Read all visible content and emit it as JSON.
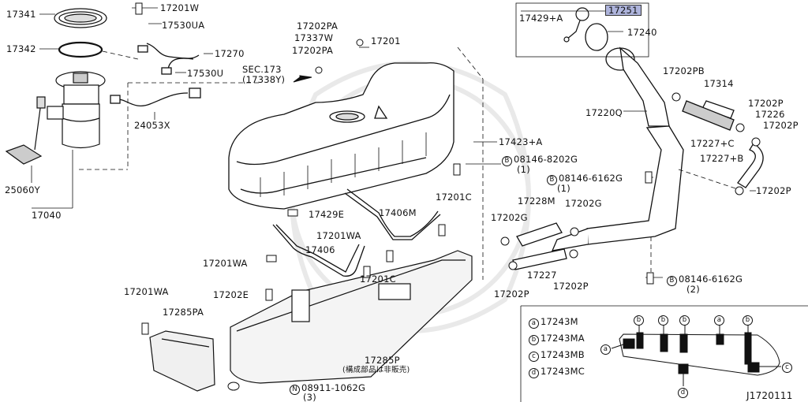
{
  "labels": {
    "p17341": "17341",
    "p17342": "17342",
    "p25060Y": "25060Y",
    "p17040": "17040",
    "p17201W": "17201W",
    "p17530UA": "17530UA",
    "p17270": "17270",
    "p17530U": "17530U",
    "p24053X": "24053X",
    "p17202PA_a": "17202PA",
    "p17337W": "17337W",
    "p17202PA_b": "17202PA",
    "sec173_line1": "SEC.173",
    "sec173_line2": "(17338Y)",
    "p17201": "17201",
    "p17429A": "17429+A",
    "p17251": "17251",
    "p17240": "17240",
    "p17202PB": "17202PB",
    "p17314": "17314",
    "p17220Q": "17220Q",
    "p17202P_r1": "17202P",
    "p17226": "17226",
    "p17202P_r2": "17202P",
    "p17227C": "17227+C",
    "p17227B": "17227+B",
    "p17202P_r3": "17202P",
    "p17423A": "17423+A",
    "bolt_08146_8202G": "08146-8202G",
    "qty_1a": "(1)",
    "bolt_08146_6162G_a": "08146-6162G",
    "qty_1b": "(1)",
    "p17201C_a": "17201C",
    "p17228M": "17228M",
    "p17202G_a": "17202G",
    "p17202G_b": "17202G",
    "p17429E": "17429E",
    "p17406M": "17406M",
    "p17201WA_a": "17201WA",
    "p17406": "17406",
    "p17201WA_b": "17201WA",
    "p17201C_b": "17201C",
    "p17227": "17227",
    "p17202P_b1": "17202P",
    "p17202P_b2": "17202P",
    "bolt_08146_6162G_b": "08146-6162G",
    "qty_2": "(2)",
    "p17201WA_c": "17201WA",
    "p17285PA": "17285PA",
    "p17202E": "17202E",
    "p17285P": "17285P",
    "note_jp": "(構成部品は非販売)",
    "nut_08911_1062G": "08911-1062G",
    "qty_3": "(3)",
    "circle_B": "B",
    "circle_N": "N",
    "diagram_id": "J1720111"
  },
  "legend": [
    {
      "key": "a",
      "part": "17243M"
    },
    {
      "key": "b",
      "part": "17243MA"
    },
    {
      "key": "c",
      "part": "17243MB"
    },
    {
      "key": "d",
      "part": "17243MC"
    }
  ],
  "inset_callouts": [
    "a",
    "b",
    "b",
    "b",
    "a",
    "b",
    "c",
    "d"
  ],
  "colors": {
    "highlight": "#aeb4dc",
    "ink": "#111111"
  }
}
